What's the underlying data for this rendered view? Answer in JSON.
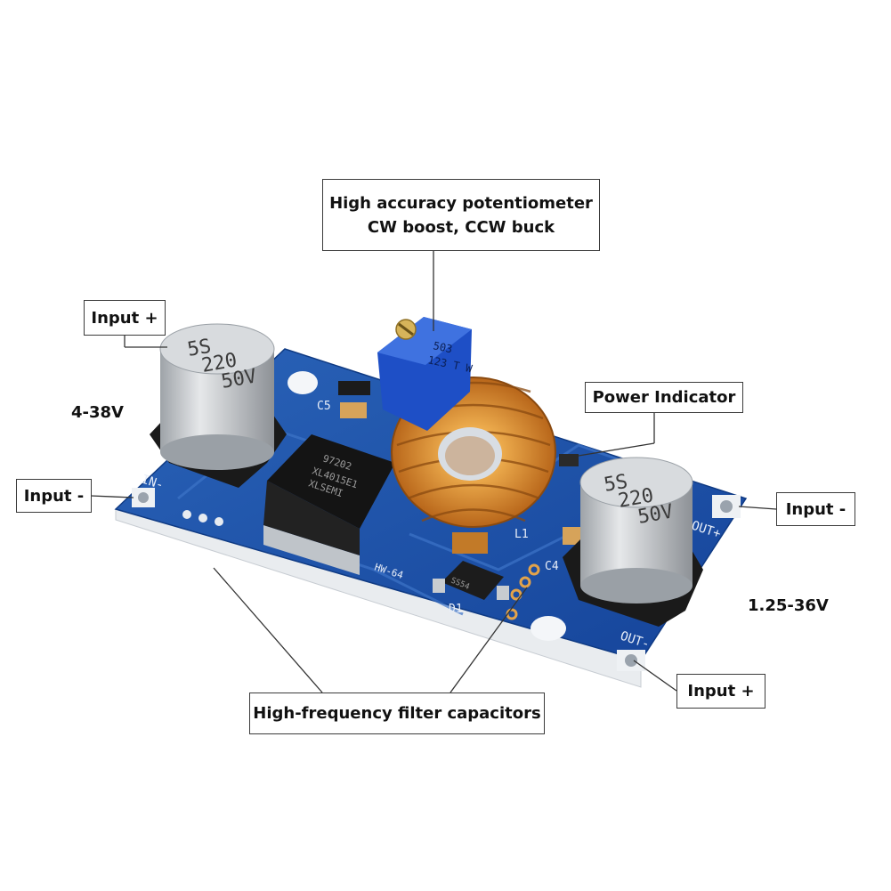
{
  "callouts": {
    "potentiometer_line1": "High accuracy potentiometer",
    "potentiometer_line2": "CW boost, CCW buck",
    "input_plus_left": "Input +",
    "input_minus_left": "Input -",
    "power_indicator": "Power Indicator",
    "input_minus_right": "Input -",
    "input_plus_right": "Input +",
    "filter_capacitors": "High-frequency filter capacitors"
  },
  "voltages": {
    "input_range": "4-38V",
    "output_range": "1.25-36V"
  },
  "board_markings": {
    "cap_left_l1": "5S",
    "cap_left_l2": "220",
    "cap_left_l3": "50V",
    "cap_right_l1": "5S",
    "cap_right_l2": "220",
    "cap_right_l3": "50V",
    "pot_l1": "503",
    "pot_l2": "123 T W",
    "ic_l1": "XL4015E1",
    "ic_l2": "XLSEMI",
    "ic_l3": "97202",
    "in_minus": "IN-",
    "out_plus": "OUT+",
    "out_minus": "OUT-",
    "c5": "C5",
    "c4": "C4",
    "l1": "L1",
    "d1": "D1",
    "hw": "HW-64",
    "diode": "SS54"
  },
  "colors": {
    "pcb": "#1f56a8",
    "copper": "#d98a2a",
    "capacitor": "#bfc3c7",
    "potentiometer": "#1e4fc6"
  }
}
